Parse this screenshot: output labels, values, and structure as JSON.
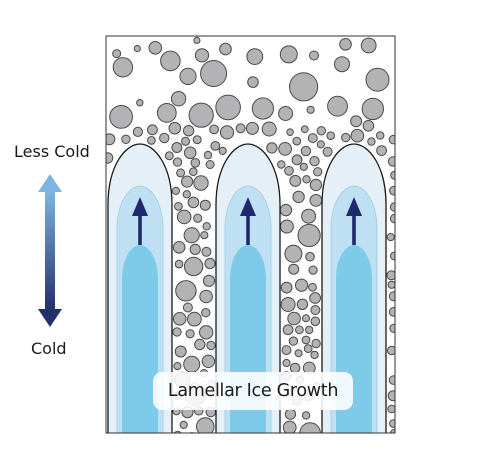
{
  "labels": {
    "top": "Less Cold",
    "bottom": "Cold",
    "caption": "Lamellar Ice Growth"
  },
  "colors": {
    "particle_fill": "#b3b3b5",
    "particle_stroke": "#4a4a4a",
    "lamella_outer": "#e4eff7",
    "lamella_middle": "#bfe0f2",
    "lamella_core": "#7ecbe9",
    "growth_arrow": "#1f2a6e",
    "gradient_top": "#7fb6e0",
    "gradient_bottom": "#23306e"
  },
  "lamellae_count": 3
}
